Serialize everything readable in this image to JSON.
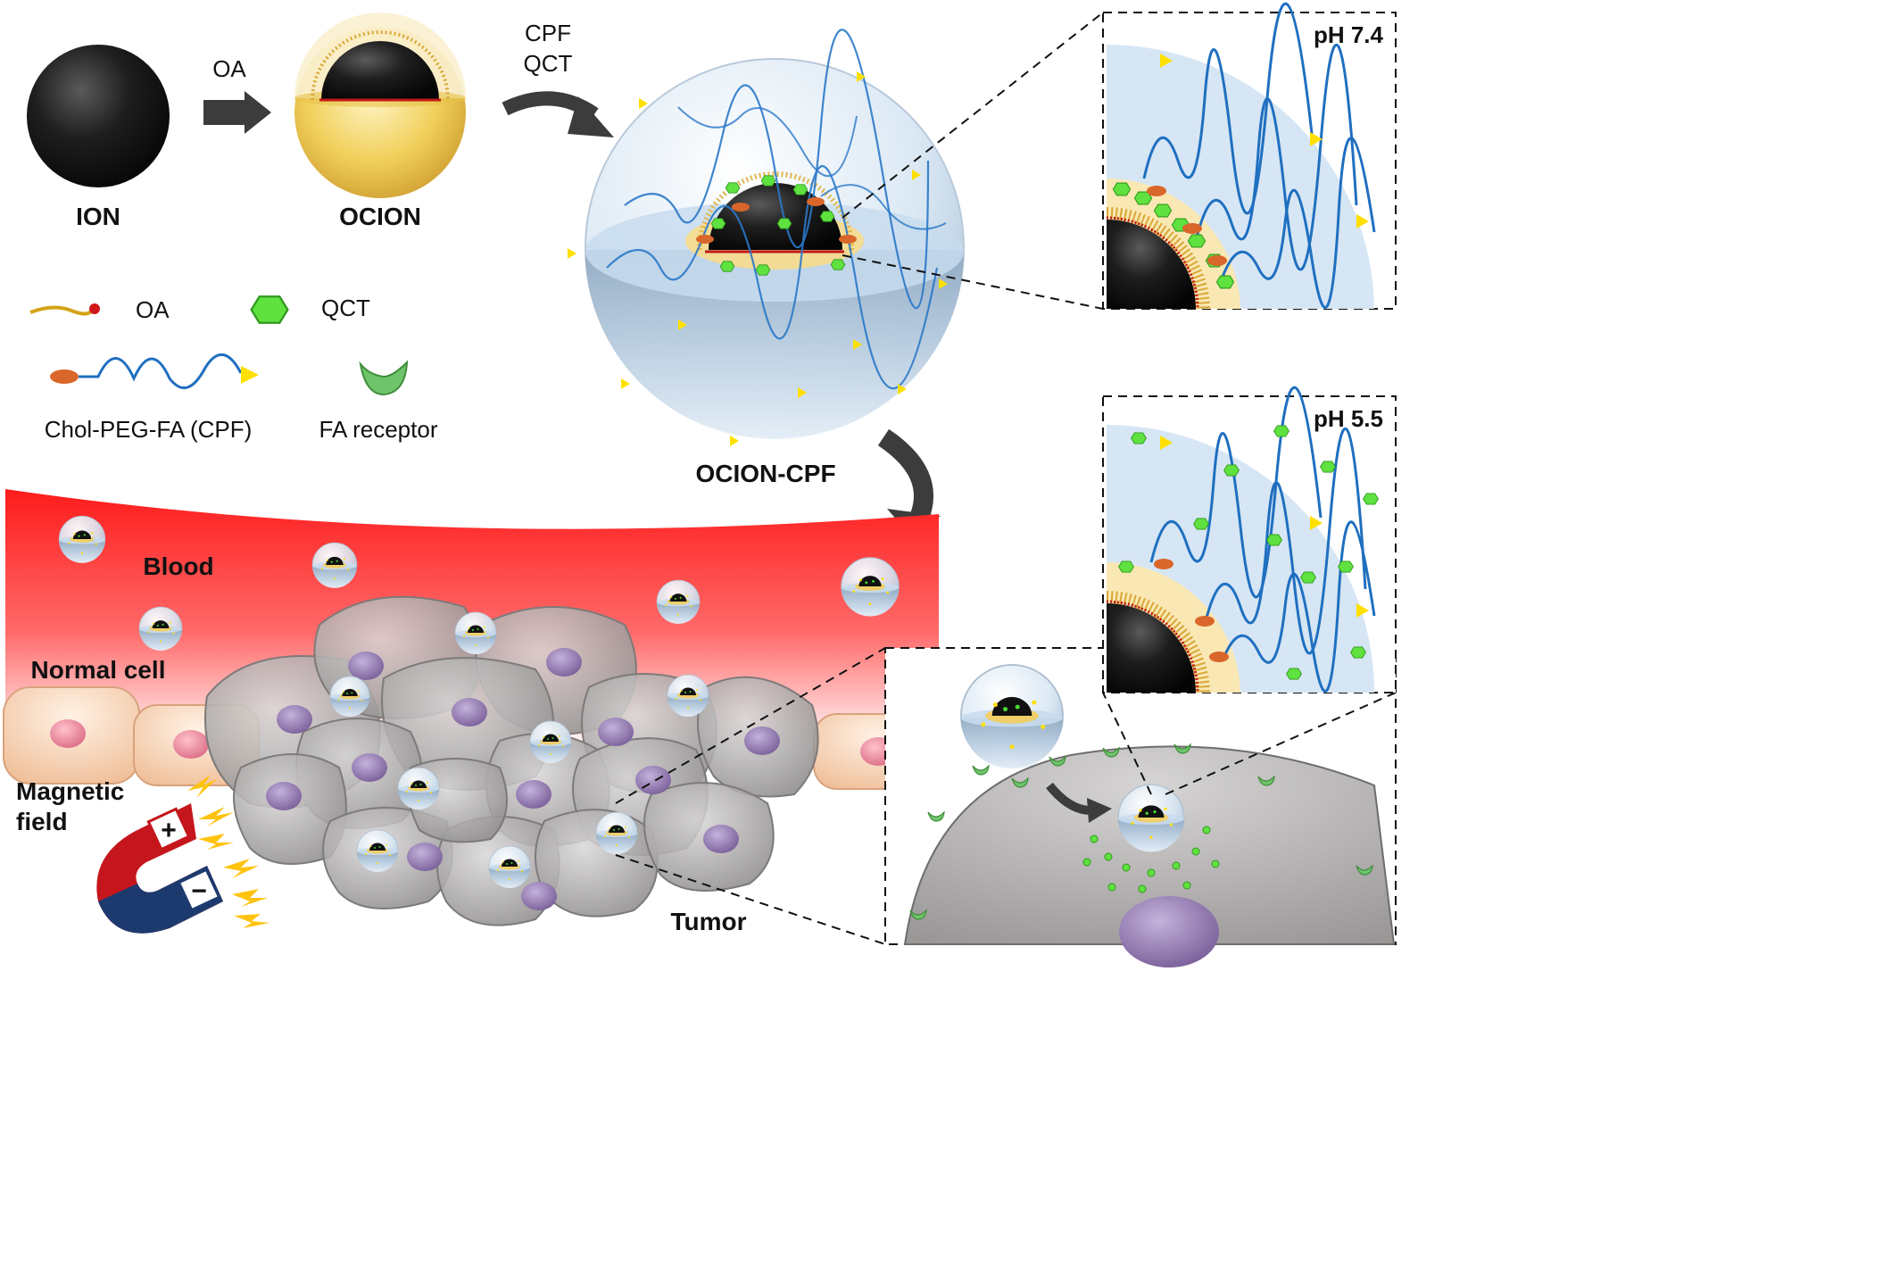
{
  "labels": {
    "ion": "ION",
    "ocion": "OCION",
    "ocion_cpf": "OCION-CPF",
    "oa_arrow": "OA",
    "cpf_line1": "CPF",
    "cpf_line2": "QCT",
    "legend_oa": "OA",
    "legend_qct": "QCT",
    "legend_cpf": "Chol-PEG-FA (CPF)",
    "legend_fa_receptor": "FA receptor",
    "blood": "Blood",
    "normal_cell": "Normal cell",
    "magnetic_line1": "Magnetic",
    "magnetic_line2": "field",
    "tumor": "Tumor",
    "ph_74": "pH 7.4",
    "ph_55": "pH 5.5",
    "magnet_plus": "+",
    "magnet_minus": "−"
  },
  "colors": {
    "core": "#1a1a1a",
    "oleic_shell": "#e6c34a",
    "blood": "#ff2a2a",
    "peg_chain": "#1f6fc0",
    "folate": "#ffe000",
    "quercetin": "#4cd935",
    "cholesterol": "#d9662a",
    "tumor_cell": "#a9a6a6",
    "tumor_nucleus": "#8a72a8",
    "normal_cell": "#f6cfae",
    "normal_nucleus": "#e8829a",
    "magnet_red": "#c4161c",
    "magnet_blue": "#1d3a6e",
    "zap": "#ffc20e"
  },
  "icons": [
    "arrow-right-icon",
    "curved-arrow-icon",
    "magnet-icon",
    "lightning-icon",
    "hexagon-icon",
    "folate-receptor-icon"
  ]
}
